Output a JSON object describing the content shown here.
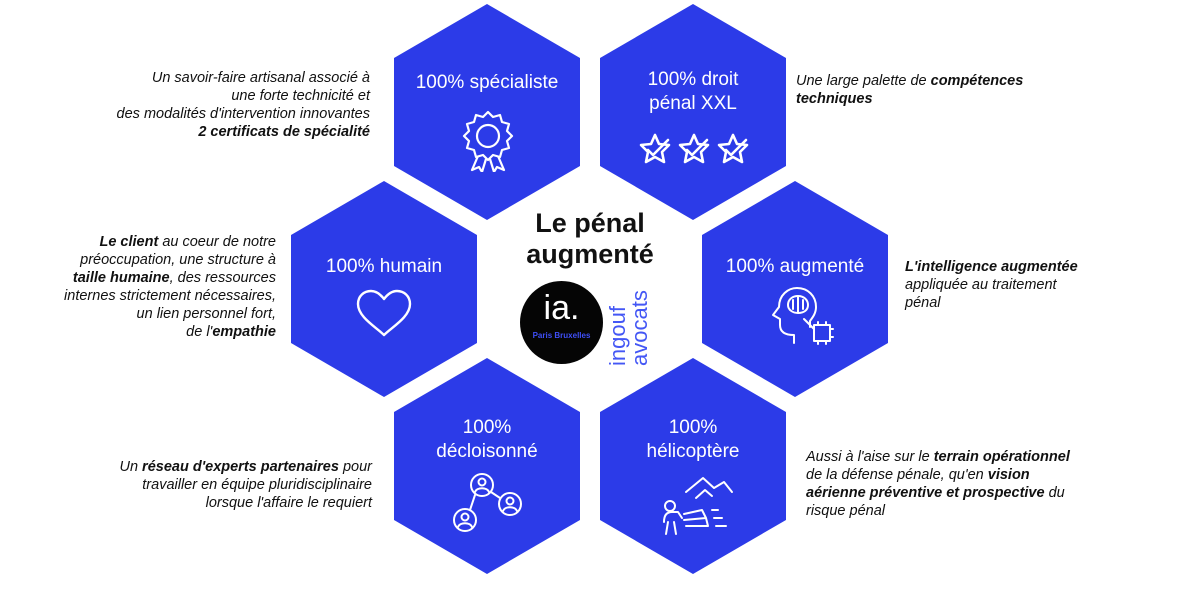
{
  "theme": {
    "hex_color": "#2c3be8",
    "text_color": "#111111",
    "logo_accent": "#3f4ff7"
  },
  "center": {
    "title_line1": "Le pénal",
    "title_line2": "augmenté",
    "logo_mark": "ia.",
    "logo_sub": "Paris Bruxelles",
    "logo_name_1": "ingouf",
    "logo_name_2": "avocats"
  },
  "hexes": {
    "specialiste": {
      "title": "100% spécialiste",
      "icon": "award-ribbon-icon"
    },
    "droit": {
      "title_1": "100% droit",
      "title_2": "pénal XXL",
      "icon": "three-stars-icon"
    },
    "humain": {
      "title": "100% humain",
      "icon": "heart-icon"
    },
    "augmente": {
      "title": "100% augmenté",
      "icon": "ai-head-chip-icon"
    },
    "decloisonne": {
      "title_1": "100%",
      "title_2": "décloisonné",
      "icon": "network-people-icon"
    },
    "helicoptere": {
      "title_1": "100%",
      "title_2": "hélicoptère",
      "icon": "person-overview-icon"
    }
  },
  "descriptions": {
    "specialiste": {
      "line1": "Un savoir-faire artisanal associé à",
      "line2": "une forte technicité et",
      "line3": "des modalités d'intervention innovantes",
      "bold": "2 certificats de spécialité"
    },
    "droit": {
      "pre": "Une large palette de ",
      "bold1": "compétences",
      "bold2": "techniques"
    },
    "humain": {
      "bold1": "Le client",
      "text1": " au coeur de notre",
      "line2": "préoccupation, une structure à",
      "bold2": "taille humaine",
      "text3": ", des ressources",
      "line4": "internes strictement nécessaires,",
      "line5": "un lien personnel fort,",
      "text6": "de l'",
      "bold6": "empathie"
    },
    "augmente": {
      "bold": "L'intelligence augmentée",
      "line2": "appliquée au traitement",
      "line3": "pénal"
    },
    "decloisonne": {
      "pre": "Un ",
      "bold": "réseau d'experts partenaires",
      "post": " pour",
      "line2": "travailler en équipe pluridisciplinaire",
      "line3": "lorsque l'affaire le requiert"
    },
    "helicoptere": {
      "pre1": "Aussi à l'aise sur le ",
      "bold1": "terrain opérationnel",
      "pre2": "de la défense pénale, qu'en ",
      "bold2": "vision",
      "bold3": "aérienne préventive et prospective",
      "post3": " du",
      "line4": "risque pénal"
    }
  }
}
